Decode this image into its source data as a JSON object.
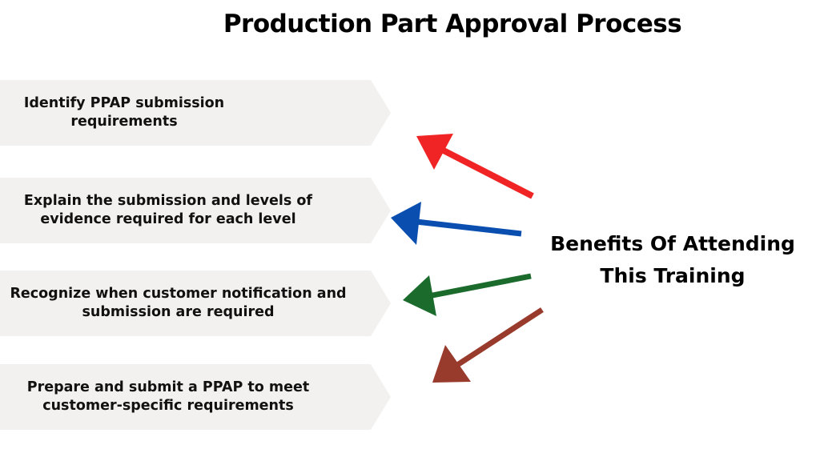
{
  "title": "Production Part Approval Process",
  "items": [
    {
      "label": "Identify PPAP submission requirements"
    },
    {
      "label": "Explain the submission and levels of evidence required for each level"
    },
    {
      "label": "Recognize when customer notification and submission are required"
    },
    {
      "label": "Prepare and submit a PPAP to meet customer-specific requirements"
    }
  ],
  "center_label": "Benefits Of Attending This Training",
  "colors": {
    "box": "#f3f1ef",
    "arrows": [
      "#f02424",
      "#0a4fb0",
      "#1b6b2d",
      "#983a2c"
    ]
  }
}
